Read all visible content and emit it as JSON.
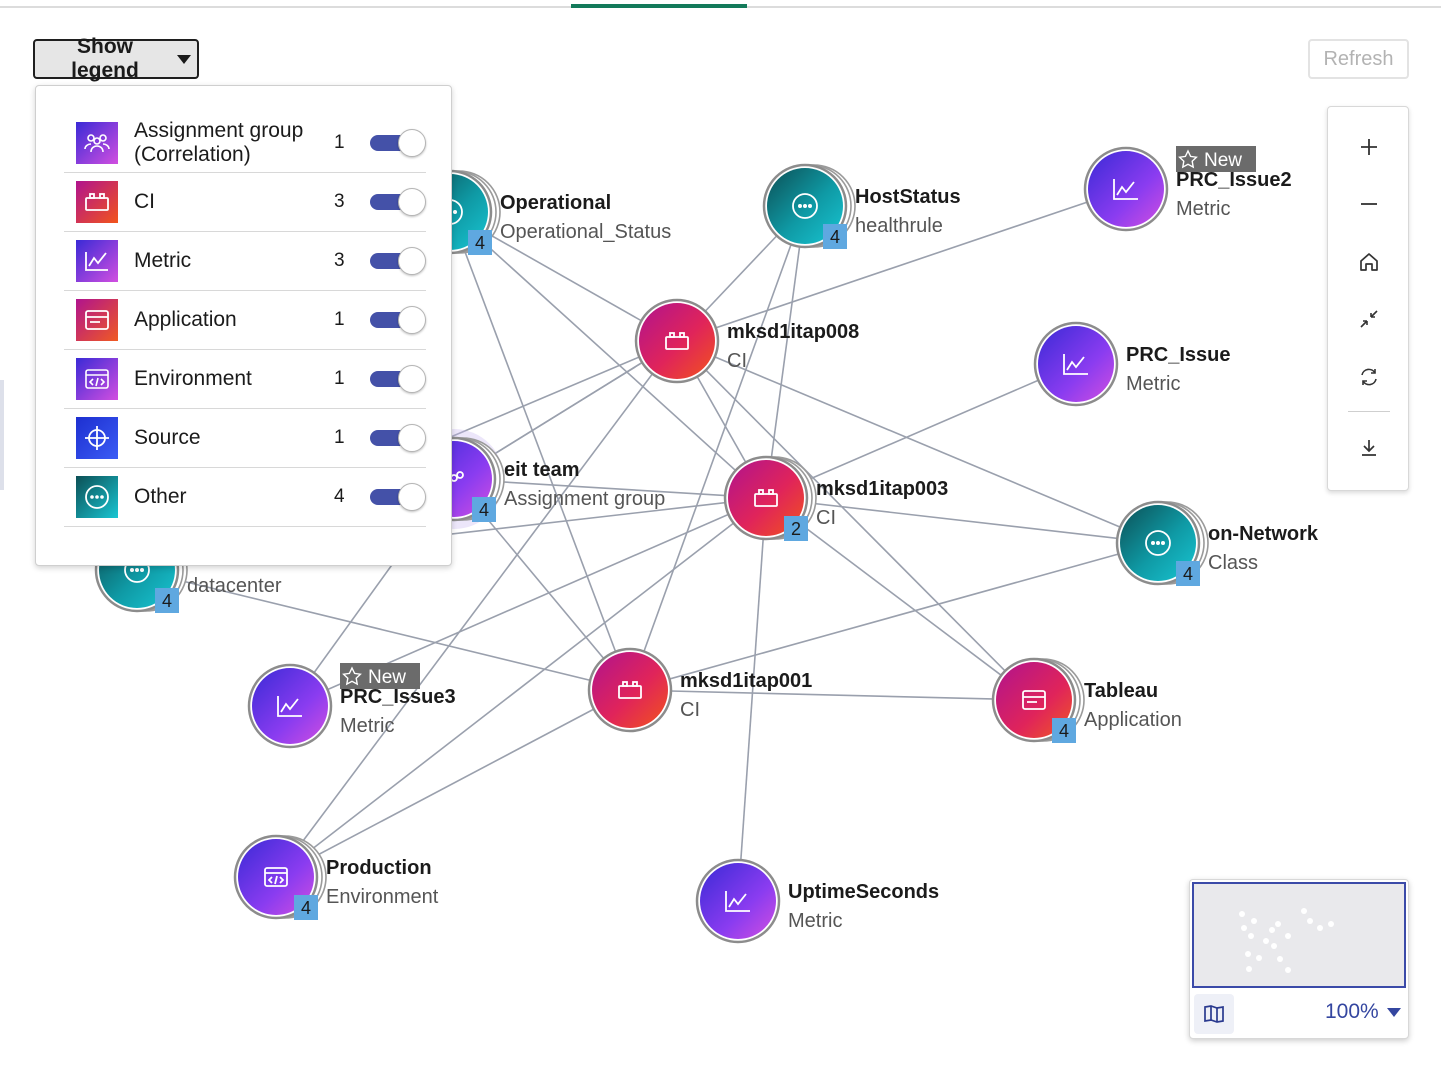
{
  "toolbar": {
    "show_legend_label": "Show legend",
    "refresh_label": "Refresh"
  },
  "legend": {
    "items": [
      {
        "label": "Assignment group (Correlation)",
        "count": "1",
        "icon": "team-icon",
        "enabled": true
      },
      {
        "label": "CI",
        "count": "3",
        "icon": "ci-icon",
        "enabled": true
      },
      {
        "label": "Metric",
        "count": "3",
        "icon": "metric-icon",
        "enabled": true
      },
      {
        "label": "Application",
        "count": "1",
        "icon": "application-icon",
        "enabled": true
      },
      {
        "label": "Environment",
        "count": "1",
        "icon": "environment-icon",
        "enabled": true
      },
      {
        "label": "Source",
        "count": "1",
        "icon": "source-icon",
        "enabled": true
      },
      {
        "label": "Other",
        "count": "4",
        "icon": "other-icon",
        "enabled": true
      }
    ]
  },
  "graph": {
    "new_tag": "New",
    "nodes": [
      {
        "id": "operational",
        "title": "Operational",
        "subtitle": "Operational_Status",
        "kind": "other",
        "badge": "4"
      },
      {
        "id": "hoststatus",
        "title": "HostStatus",
        "subtitle": "healthrule",
        "kind": "other",
        "badge": "4"
      },
      {
        "id": "prc_issue2",
        "title": "PRC_Issue2",
        "subtitle": "Metric",
        "kind": "metric",
        "badge": "",
        "new": true
      },
      {
        "id": "mksd1itap008",
        "title": "mksd1itap008",
        "subtitle": "CI",
        "kind": "ci",
        "badge": ""
      },
      {
        "id": "prc_issue",
        "title": "PRC_Issue",
        "subtitle": "Metric",
        "kind": "metric",
        "badge": ""
      },
      {
        "id": "eit_team",
        "title": "eit team",
        "subtitle": "Assignment group",
        "kind": "team",
        "badge": "4"
      },
      {
        "id": "mksd1itap003",
        "title": "mksd1itap003",
        "subtitle": "CI",
        "kind": "ci",
        "badge": "2"
      },
      {
        "id": "on_network",
        "title": "on-Network",
        "subtitle": "Class",
        "kind": "other",
        "badge": "4"
      },
      {
        "id": "datacenter",
        "title": "",
        "subtitle": "datacenter",
        "kind": "other",
        "badge": "4"
      },
      {
        "id": "prc_issue3",
        "title": "PRC_Issue3",
        "subtitle": "Metric",
        "kind": "metric",
        "badge": "",
        "new": true
      },
      {
        "id": "mksd1itap001",
        "title": "mksd1itap001",
        "subtitle": "CI",
        "kind": "ci",
        "badge": ""
      },
      {
        "id": "tableau",
        "title": "Tableau",
        "subtitle": "Application",
        "kind": "application",
        "badge": "4"
      },
      {
        "id": "production",
        "title": "Production",
        "subtitle": "Environment",
        "kind": "environment",
        "badge": "4"
      },
      {
        "id": "uptimeseconds",
        "title": "UptimeSeconds",
        "subtitle": "Metric",
        "kind": "metric",
        "badge": ""
      }
    ],
    "edges": [
      [
        "operational",
        "mksd1itap008"
      ],
      [
        "operational",
        "mksd1itap003"
      ],
      [
        "operational",
        "mksd1itap001"
      ],
      [
        "hoststatus",
        "mksd1itap008"
      ],
      [
        "hoststatus",
        "mksd1itap001"
      ],
      [
        "hoststatus",
        "mksd1itap003"
      ],
      [
        "prc_issue2",
        "mksd1itap008"
      ],
      [
        "prc_issue",
        "mksd1itap003"
      ],
      [
        "eit_team",
        "mksd1itap008"
      ],
      [
        "eit_team",
        "mksd1itap003"
      ],
      [
        "eit_team",
        "mksd1itap001"
      ],
      [
        "mksd1itap008",
        "mksd1itap003"
      ],
      [
        "mksd1itap008",
        "on_network"
      ],
      [
        "mksd1itap008",
        "production"
      ],
      [
        "mksd1itap003",
        "on_network"
      ],
      [
        "mksd1itap003",
        "tableau"
      ],
      [
        "mksd1itap003",
        "uptimeseconds"
      ],
      [
        "mksd1itap003",
        "prc_issue3"
      ],
      [
        "mksd1itap003",
        "production"
      ],
      [
        "mksd1itap001",
        "on_network"
      ],
      [
        "mksd1itap001",
        "tableau"
      ],
      [
        "mksd1itap001",
        "production"
      ],
      [
        "mksd1itap008",
        "tableau"
      ],
      [
        "datacenter",
        "mksd1itap001"
      ],
      [
        "datacenter",
        "mksd1itap003"
      ],
      [
        "datacenter",
        "mksd1itap008"
      ],
      [
        "eit_team",
        "prc_issue3"
      ],
      [
        "mksd1itap008",
        "eit_team"
      ]
    ]
  },
  "minimap": {
    "zoom_label": "100%"
  },
  "colors": {
    "accent": "#137a5a",
    "toggle": "#4451a8",
    "badge": "#5fa8e0",
    "edge": "#9aa0ad"
  }
}
